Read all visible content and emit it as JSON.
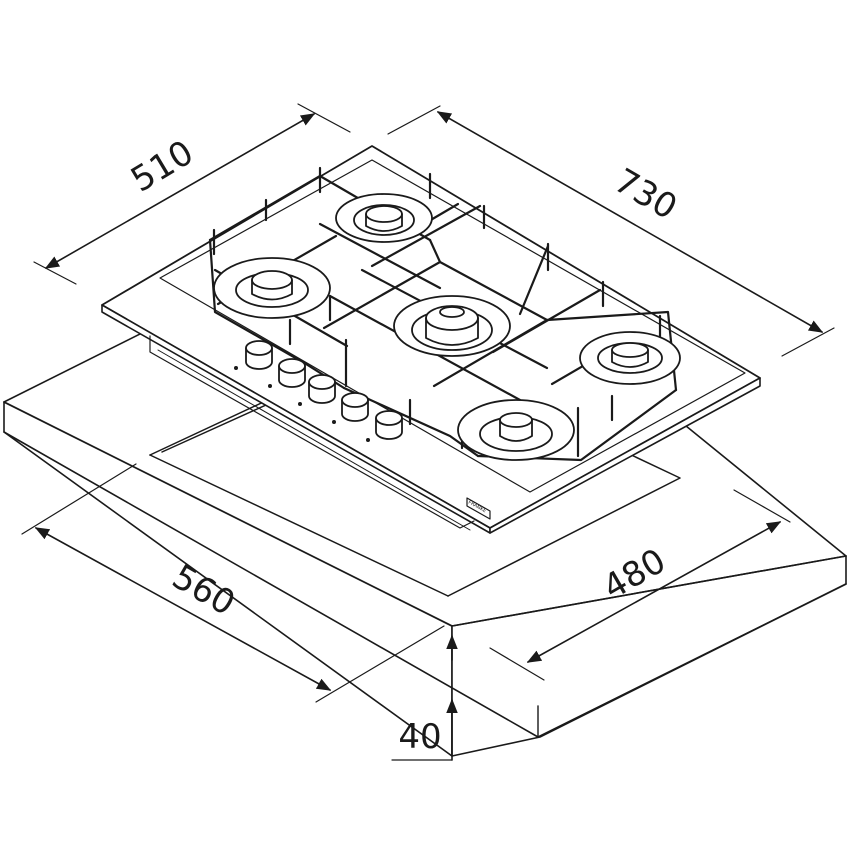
{
  "dimensions": {
    "hob_depth": "510",
    "hob_width": "730",
    "cutout_width": "560",
    "cutout_depth": "480",
    "worktop_thickness": "40"
  },
  "brand_mark": "FRANKE",
  "colors": {
    "line": "#1a1a1a",
    "background": "#ffffff"
  }
}
